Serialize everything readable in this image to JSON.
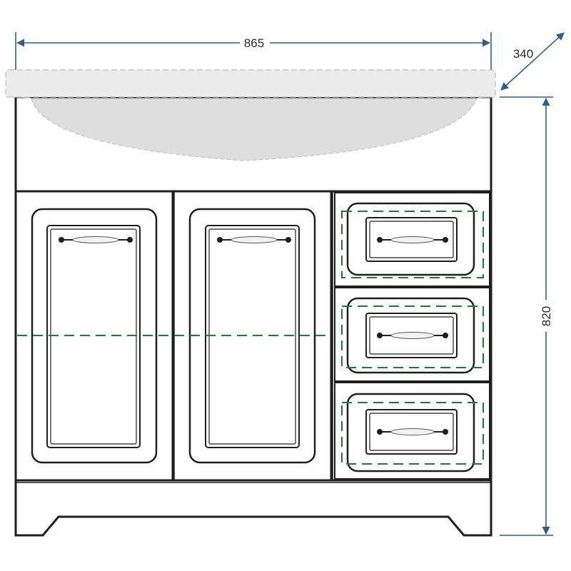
{
  "dimensions": {
    "width": "865",
    "depth": "340",
    "height": "820"
  },
  "colors": {
    "dimension_lines": "#2f5d8f",
    "guide_lines": "#1e7a3a",
    "outline": "#1f1f1f"
  }
}
